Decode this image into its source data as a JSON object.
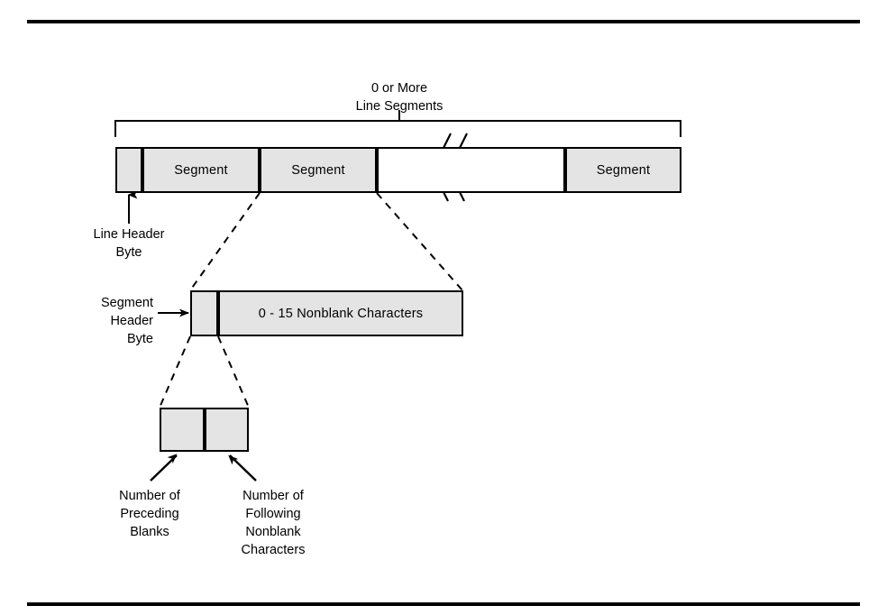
{
  "figure": {
    "top_bracket_label": "0 or More\nLine Segments",
    "line_row": {
      "header_cell_name": "line-header-byte-cell",
      "segments": [
        {
          "label": "Segment"
        },
        {
          "label": "Segment"
        },
        {
          "label": ""
        },
        {
          "label": "Segment"
        }
      ],
      "break_symbol": "zigzag-break"
    },
    "line_header_caption": "Line Header\nByte",
    "segment_detail": {
      "header_cell_name": "segment-header-byte-cell",
      "body_label": "0 - 15 Nonblank Characters",
      "caption": "Segment\nHeader\nByte"
    },
    "header_byte_detail": {
      "left_caption": "Number of\nPreceding\nBlanks",
      "right_caption": "Number of\nFollowing\nNonblank\nCharacters"
    },
    "colors": {
      "fill": "#e4e4e4",
      "stroke": "#000000",
      "background": "#ffffff"
    }
  }
}
